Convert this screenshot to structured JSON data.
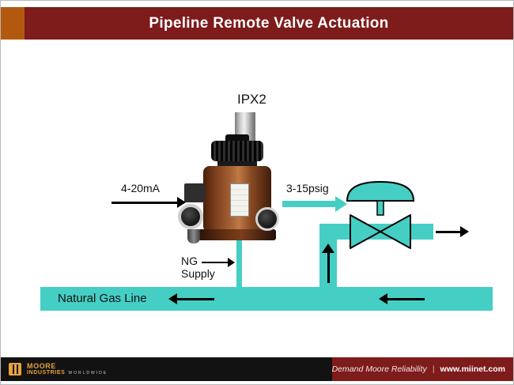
{
  "colors": {
    "header-maroon": "#7E1B1B",
    "accent-orange": "#B3590F",
    "pipe-teal": "#45CEC4",
    "footer-black": "#121212",
    "logo-gold": "#E8A33D"
  },
  "header": {
    "title": "Pipeline Remote Valve Actuation"
  },
  "diagram": {
    "transducer_label": "IPX2",
    "input_signal_label": "4-20mA",
    "output_signal_label": "3-15psig",
    "ng_supply_line1": "NG",
    "ng_supply_line2": "Supply",
    "pipeline_label": "Natural Gas Line"
  },
  "footer": {
    "logo_name": "MOORE",
    "logo_subname": "INDUSTRIES",
    "logo_tag": "WORLDWIDE",
    "tagline": "Demand Moore Reliability",
    "separator": "|",
    "website": "www.miinet.com"
  }
}
